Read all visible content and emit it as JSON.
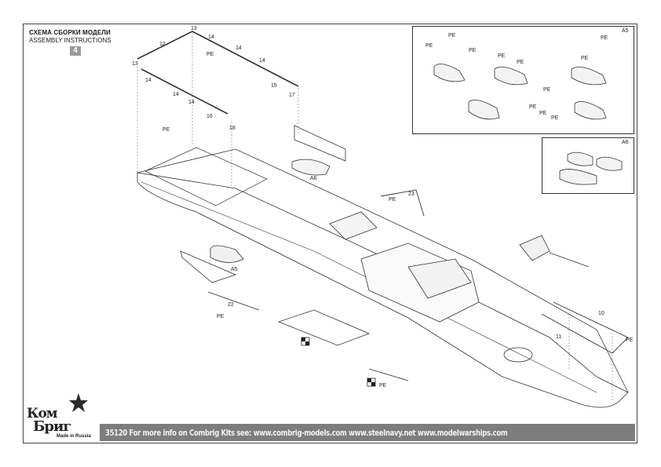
{
  "header": {
    "title_ru": "СХЕМА СБОРКИ МОДЕЛИ",
    "title_en": "ASSEMBLY INSTRUCTIONS",
    "page_number": "4"
  },
  "insets": {
    "a5_label": "A5",
    "a6_label": "A6"
  },
  "part_labels": {
    "pe": "PE",
    "p10": "10",
    "p11": "11",
    "p12": "12",
    "p13": "13",
    "p14": "14",
    "p15": "15",
    "p16": "16",
    "p17": "17",
    "p18": "18",
    "p22": "22",
    "p23": "23",
    "a5": "A5",
    "a6": "A6"
  },
  "footer": {
    "text": "35120  For more info on Combrig Kits see:   www.combrig-models.com   www.steelnavy.net   www.modelwarships.com"
  },
  "logo": {
    "line1": "Ком",
    "line2": "Бриг",
    "tagline": "Made in Russia"
  }
}
